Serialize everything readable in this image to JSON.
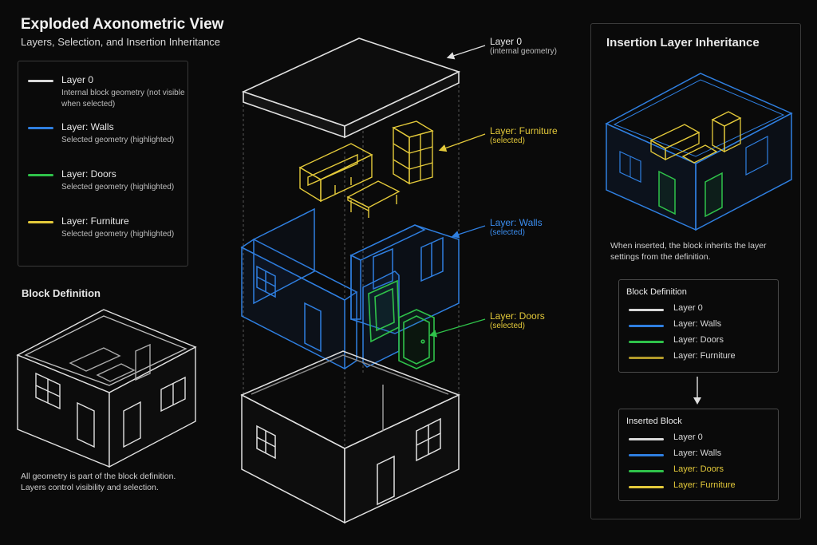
{
  "header": {
    "title": "Exploded Axonometric View",
    "subtitle": "Layers, Selection, and Insertion Inheritance"
  },
  "colors": {
    "layer0": "#d9d9d9",
    "walls": "#2f7fe0",
    "doors": "#2fc24a",
    "furniture": "#e3c93a",
    "panel_border": "#3a3a3a"
  },
  "legend": {
    "items": [
      {
        "name": "Layer 0",
        "desc": "Internal block geometry (not visible when selected)",
        "color": "#d9d9d9"
      },
      {
        "name": "Layer: Walls",
        "desc": "Selected geometry (highlighted)",
        "color": "#2f7fe0"
      },
      {
        "name": "Layer: Doors",
        "desc": "Selected geometry (highlighted)",
        "color": "#2fc24a"
      },
      {
        "name": "Layer: Furniture",
        "desc": "Selected geometry (highlighted)",
        "color": "#e3c93a"
      }
    ]
  },
  "block_definition": {
    "title": "Block Definition",
    "caption": "All geometry is part of the block definition. Layers control visibility and selection."
  },
  "callouts": {
    "layer0": {
      "name": "Layer 0",
      "sub": "(internal geometry)"
    },
    "furniture": {
      "name": "Layer: Furniture",
      "sub": "(selected)"
    },
    "walls": {
      "name": "Layer: Walls",
      "sub": "(selected)"
    },
    "doors": {
      "name": "Layer: Doors",
      "sub": "(selected)"
    }
  },
  "insertion": {
    "title": "Insertion Layer Inheritance",
    "caption": "When inserted, the block inherits the layer settings from the definition.",
    "definition_box": {
      "title": "Block Definition",
      "rows": [
        "Layer 0",
        "Layer: Walls",
        "Layer: Doors",
        "Layer: Furniture"
      ]
    },
    "arrow_icon": "arrow-down-icon",
    "inserted_box": {
      "title": "Inserted Block",
      "rows": [
        "Layer 0",
        "Layer: Walls",
        "Layer: Doors",
        "Layer: Furniture"
      ]
    }
  }
}
